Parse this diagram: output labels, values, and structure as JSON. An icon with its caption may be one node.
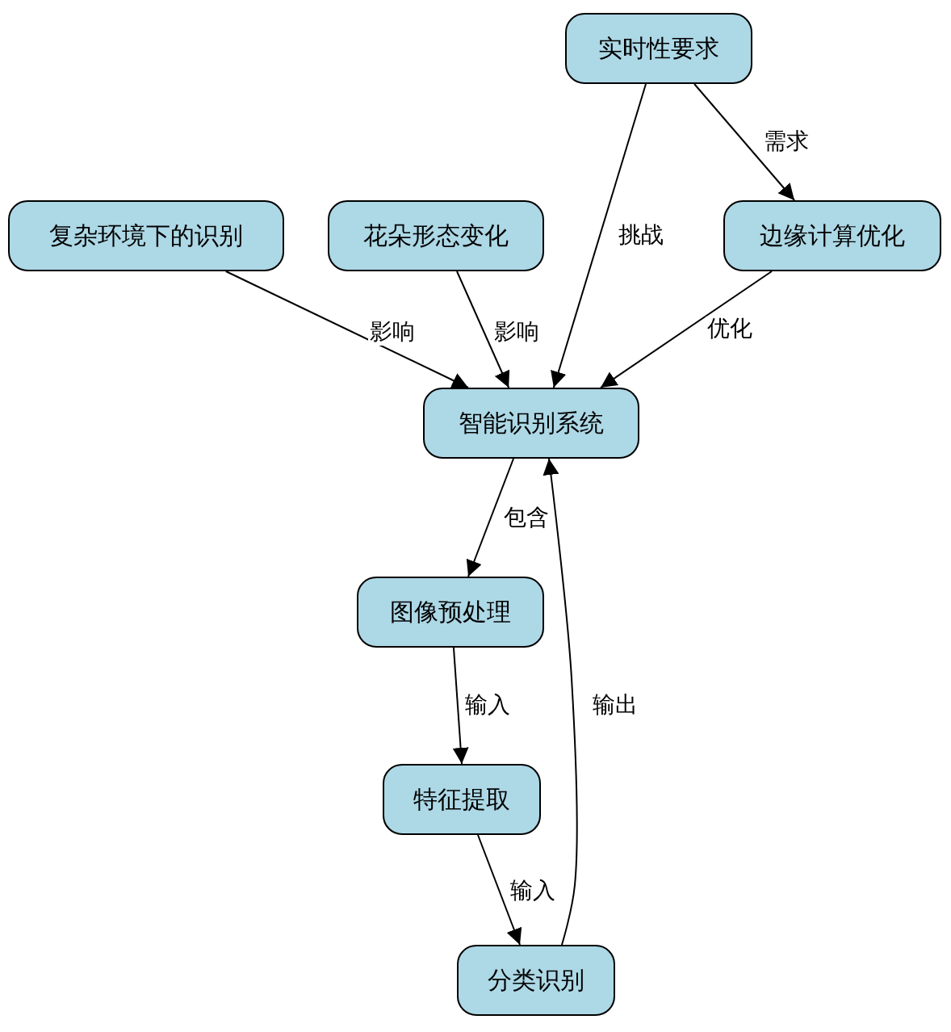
{
  "diagram": {
    "nodes": [
      {
        "text": [
          "实时性要求"
        ]
      },
      {
        "text": [
          "复杂环境下的识别"
        ]
      },
      {
        "text": [
          "花朵形态变化"
        ]
      },
      {
        "text": [
          "边缘计算优化"
        ]
      },
      {
        "text": [
          "智能识别系统"
        ]
      },
      {
        "text": [
          "图像预处理"
        ]
      },
      {
        "text": [
          "特征提取"
        ]
      },
      {
        "text": [
          "分类识别"
        ]
      }
    ],
    "edges": [
      {
        "from": 0,
        "to": 4,
        "arrow": "to",
        "label": "挑战"
      },
      {
        "from": 0,
        "to": 3,
        "arrow": "to",
        "label": "需求"
      },
      {
        "from": 1,
        "to": 4,
        "arrow": "to",
        "label": "影响"
      },
      {
        "from": 2,
        "to": 4,
        "arrow": "to",
        "label": "影响"
      },
      {
        "from": 3,
        "to": 4,
        "arrow": "to",
        "label": "优化"
      },
      {
        "from": 4,
        "to": 5,
        "arrow": "to",
        "label": "包含"
      },
      {
        "from": 5,
        "to": 6,
        "arrow": "to",
        "label": "输入"
      },
      {
        "from": 6,
        "to": 7,
        "arrow": "to",
        "label": "输入"
      },
      {
        "from": 7,
        "to": 4,
        "arrow": "to",
        "label": "输出"
      }
    ]
  }
}
